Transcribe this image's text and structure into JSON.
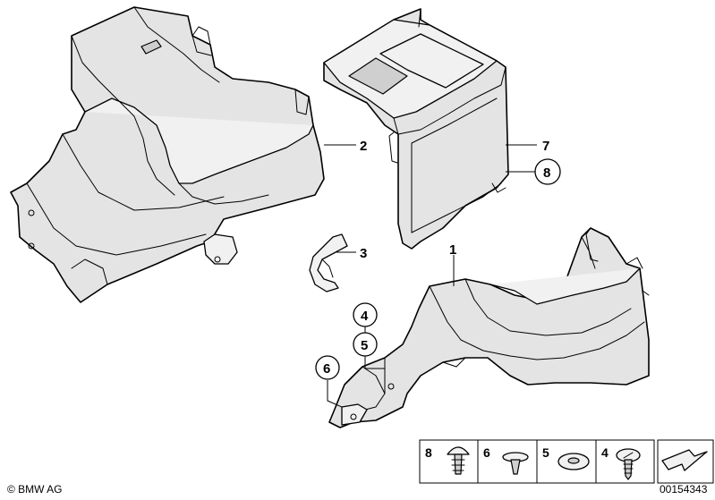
{
  "callouts": {
    "c1": "1",
    "c2": "2",
    "c3": "3",
    "c4": "4",
    "c5": "5",
    "c6": "6",
    "c7": "7",
    "c8": "8"
  },
  "legend": {
    "items": [
      {
        "number": "8",
        "icon": "push-rivet-clip-icon"
      },
      {
        "number": "6",
        "icon": "expanding-rivet-icon"
      },
      {
        "number": "5",
        "icon": "flat-clip-nut-icon"
      },
      {
        "number": "4",
        "icon": "cross-head-screw-icon"
      }
    ],
    "arrow_icon": "direction-arrow-icon"
  },
  "footer": {
    "copyright": "© BMW AG",
    "diagram_number": "00154343"
  }
}
